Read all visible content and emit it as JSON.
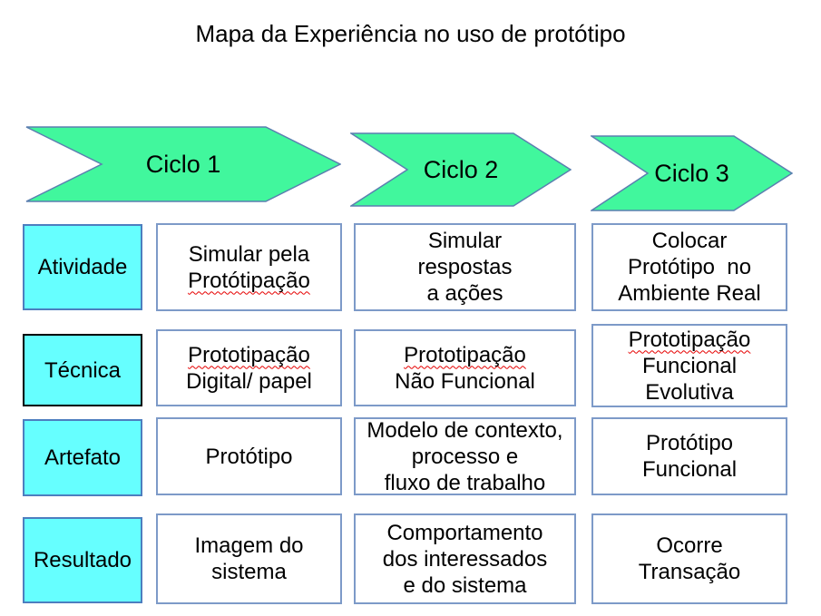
{
  "title": "Mapa da Experiência no uso de protótipo",
  "colors": {
    "arrow_fill": "#41f79d",
    "arrow_border": "#5b7fb0",
    "label_fill": "#66ffff",
    "label_border": "#4d7ebf",
    "tecnica_border": "#000000",
    "cell_border": "#7d9ac8",
    "squiggle": "#e60000",
    "text": "#000000",
    "background": "#ffffff"
  },
  "cycles": [
    {
      "label": "Ciclo 1"
    },
    {
      "label": "Ciclo 2"
    },
    {
      "label": "Ciclo 3"
    }
  ],
  "rows": [
    {
      "label": "Atividade",
      "cells": [
        {
          "lines": [
            {
              "t": "Simular pela"
            },
            {
              "t": "Protótipação",
              "sq": true
            }
          ]
        },
        {
          "lines": [
            {
              "t": "Simular"
            },
            {
              "t": "respostas"
            },
            {
              "t": "a ações"
            }
          ]
        },
        {
          "lines": [
            {
              "t": "Colocar"
            },
            {
              "t": "Protótipo  no"
            },
            {
              "t": "Ambiente Real"
            }
          ]
        }
      ]
    },
    {
      "label": "Técnica",
      "cells": [
        {
          "lines": [
            {
              "t": "Prototipação",
              "sq": true
            },
            {
              "t": "Digital/ papel"
            }
          ]
        },
        {
          "lines": [
            {
              "t": "Prototipação",
              "sq": true
            },
            {
              "t": "Não Funcional"
            }
          ]
        },
        {
          "lines": [
            {
              "t": "Prototipação",
              "sq": true
            },
            {
              "t": "Funcional"
            },
            {
              "t": "Evolutiva"
            }
          ]
        }
      ]
    },
    {
      "label": "Artefato",
      "cells": [
        {
          "lines": [
            {
              "t": "Protótipo"
            }
          ]
        },
        {
          "lines": [
            {
              "t": "Modelo de contexto,"
            },
            {
              "t": "processo e"
            },
            {
              "t": "fluxo de trabalho"
            }
          ]
        },
        {
          "lines": [
            {
              "t": "Protótipo"
            },
            {
              "t": "Funcional"
            }
          ]
        }
      ]
    },
    {
      "label": "Resultado",
      "cells": [
        {
          "lines": [
            {
              "t": "Imagem do"
            },
            {
              "t": "sistema"
            }
          ]
        },
        {
          "lines": [
            {
              "t": "Comportamento"
            },
            {
              "t": "dos interessados"
            },
            {
              "t": "e do sistema"
            }
          ]
        },
        {
          "lines": [
            {
              "t": "Ocorre"
            },
            {
              "t": "Transação"
            }
          ]
        }
      ]
    }
  ]
}
